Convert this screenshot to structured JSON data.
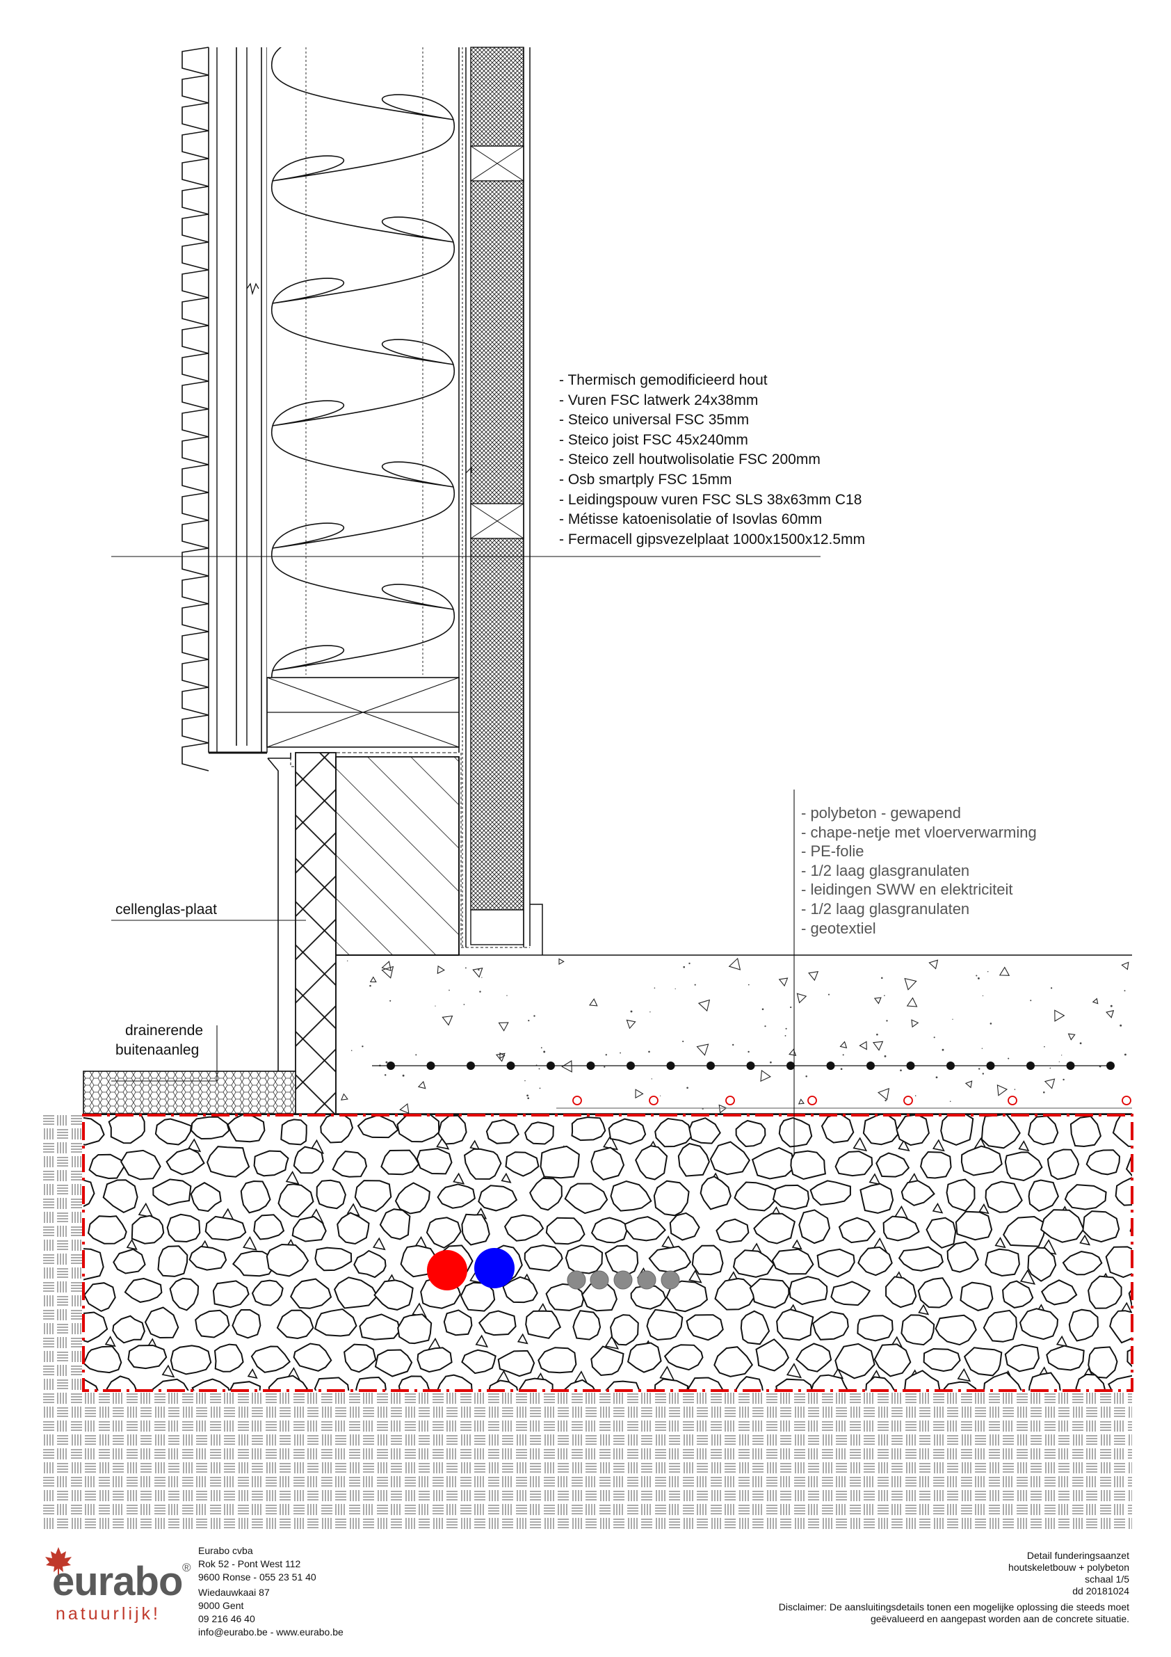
{
  "wall_layers": [
    "- Thermisch gemodificieerd hout",
    "- Vuren FSC latwerk 24x38mm",
    "- Steico universal FSC 35mm",
    "- Steico joist FSC 45x240mm",
    "- Steico zell houtwolisolatie FSC 200mm",
    "- Osb smartply FSC 15mm",
    "- Leidingspouw vuren FSC SLS 38x63mm C18",
    "- Métisse katoenisolatie of Isovlas 60mm",
    "- Fermacell gipsvezelplaat 1000x1500x12.5mm"
  ],
  "floor_layers": [
    "- polybeton - gewapend",
    "- chape-netje met vloerverwarming",
    "- PE-folie",
    "- 1/2 laag glasgranulaten",
    "- leidingen SWW en elektriciteit",
    "- 1/2 laag glasgranulaten",
    "- geotextiel"
  ],
  "labels": {
    "cellenglas": "cellenglas-plaat",
    "drain_line1": "drainerende",
    "drain_line2": "buitenaanleg"
  },
  "company": {
    "name": "Eurabo cvba",
    "addr1": "Rok 52 - Pont West 112",
    "addr2": "9600 Ronse - 055 23 51 40",
    "addr3": "Wiedauwkaai 87",
    "addr4": "9000 Gent",
    "addr5": "09 216 46 40",
    "addr6": "info@eurabo.be - www.eurabo.be"
  },
  "titleblock": {
    "line1": "Detail funderingsaanzet",
    "line2": "houtskeletbouw + polybeton",
    "line3": "schaal 1/5",
    "line4": "dd 20181024",
    "disclaimer1": "Disclaimer: De aansluitingsdetails tonen een mogelijke oplossing die steeds moet",
    "disclaimer2": "geëvalueerd en aangepast worden aan de concrete situatie."
  },
  "logo": {
    "word": "eurabo",
    "reg": "®",
    "tagline": "natuurlijk!"
  },
  "colors": {
    "line": "#111111",
    "hot_pipe": "#ff0000",
    "cold_pipe": "#0000ff",
    "cable": "#8a8a8a",
    "geotextile": "#e00000",
    "floor_heating": "#e00000",
    "floor_label": "#555555",
    "logo_grey": "#5a5a5a",
    "logo_red": "#c0392b"
  }
}
